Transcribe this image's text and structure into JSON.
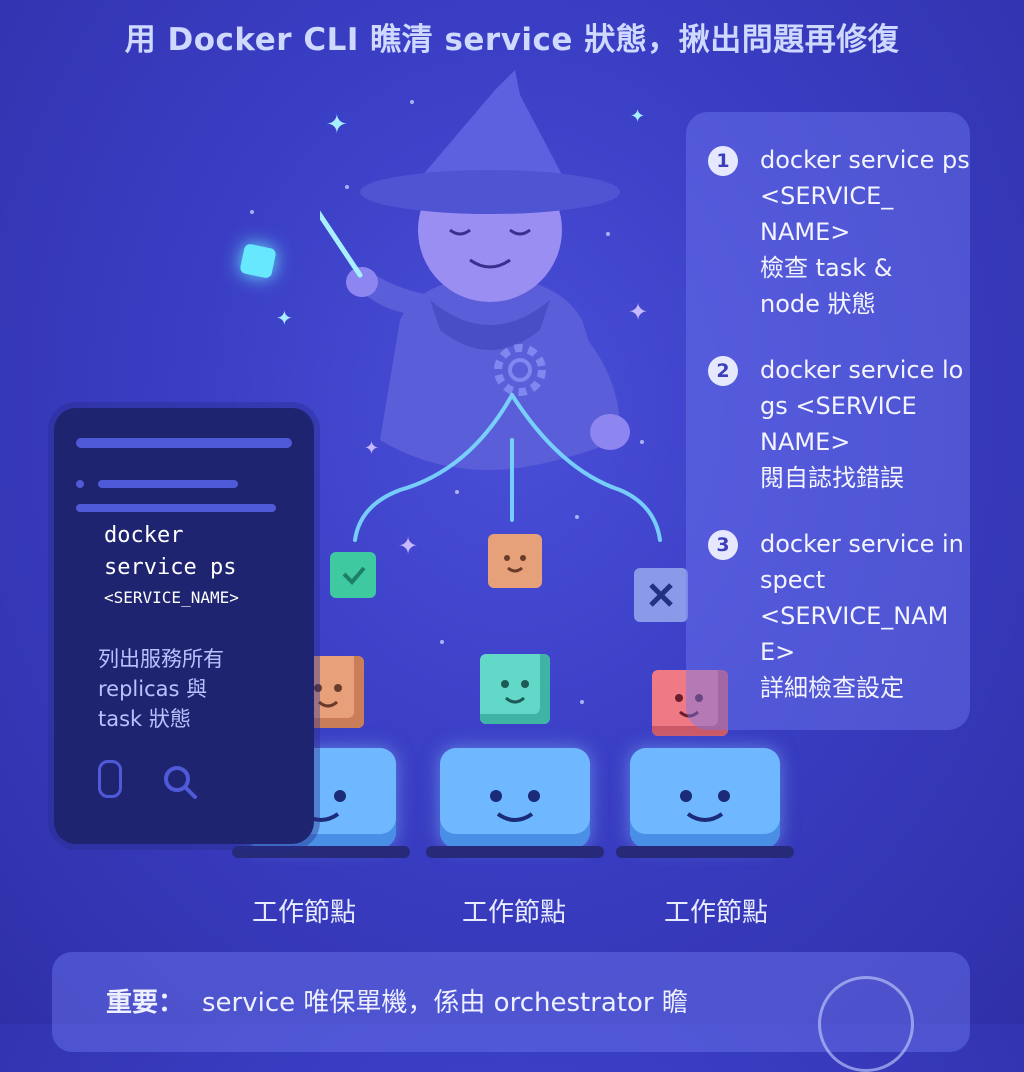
{
  "title": "用 Docker CLI 瞧清 service 狀態，揪出問題再修復",
  "steps": [
    {
      "num": "1",
      "text": "docker service ps <SERVICE_\nNAME>\n檢查 task &\nnode 狀態"
    },
    {
      "num": "2",
      "text": "docker service logs <SERVICE\nNAME>\n閱自誌找錯誤"
    },
    {
      "num": "3",
      "text": "docker service inspect\n<SERVICE_NAM\nE>\n詳細檢查設定"
    }
  ],
  "terminal": {
    "command": "docker\nservice ps",
    "argument": "<SERVICE_NAME>",
    "description": "列出服務所有\nreplicas 與\ntask 狀態"
  },
  "nodes": [
    {
      "label": "工作節點"
    },
    {
      "label": "工作節點"
    },
    {
      "label": "工作節點"
    }
  ],
  "note": {
    "label": "重要：",
    "text": "service 唯保單機，係由 orchestrator 瞻"
  },
  "colors": {
    "background": "#3a3ec4",
    "panel": "#6e78f0",
    "node": "#6fb8ff",
    "accent": "#a8f0ff"
  },
  "icons": {
    "terminal_left": "lock-icon",
    "terminal_right": "search-icon",
    "task_ok": "checkmark-icon",
    "task_fail": "close-icon",
    "gear": "gear-icon"
  }
}
